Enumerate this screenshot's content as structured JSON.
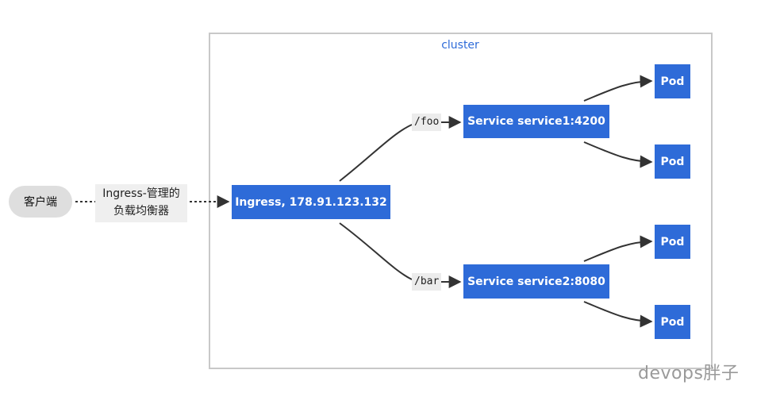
{
  "cluster": {
    "label": "cluster"
  },
  "client": {
    "label": "客户端"
  },
  "client_edge": {
    "line1": "Ingress-管理的",
    "line2": "负载均衡器"
  },
  "ingress": {
    "label": "Ingress, 178.91.123.132"
  },
  "routes": [
    {
      "path": "/foo",
      "service": "Service service1:4200"
    },
    {
      "path": "/bar",
      "service": "Service service2:8080"
    }
  ],
  "pods": [
    "Pod",
    "Pod",
    "Pod",
    "Pod"
  ],
  "watermark": "devops胖子",
  "colors": {
    "node_fill": "#2e6bd8",
    "node_text": "#ffffff",
    "cluster_label": "#2e6bd8",
    "cluster_border": "#c8c8c8",
    "client_fill": "#dedede",
    "edge_stroke": "#333333"
  }
}
